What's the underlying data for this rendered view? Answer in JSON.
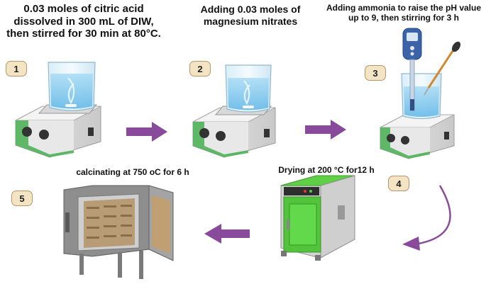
{
  "steps": [
    {
      "number": "1",
      "text": "0.03 moles of citric acid dissolved in 300 mL of DIW, then stirred for 30 min at 80°C."
    },
    {
      "number": "2",
      "text": "Adding 0.03 moles of magnesium nitrates"
    },
    {
      "number": "3",
      "text": "Adding ammonia to raise the  pH value up to 9, then stirring for 3 h"
    },
    {
      "number": "4",
      "text": "Drying at 200 °C for12 h"
    },
    {
      "number": "5",
      "text": "calcinating at 750 oC for 6 h"
    }
  ],
  "colors": {
    "arrow": "#8a4a9c",
    "badge_fill": "#f3e4c4",
    "plate_green": "#4fb35a",
    "oven_green": "#52c43c",
    "liquid": "#8fd0ef"
  },
  "icons": [
    "hot-plate-stirrer-icon",
    "beaker-icon",
    "ph-meter-icon",
    "dropper-icon",
    "drying-oven-icon",
    "furnace-icon",
    "arrow-icon"
  ]
}
